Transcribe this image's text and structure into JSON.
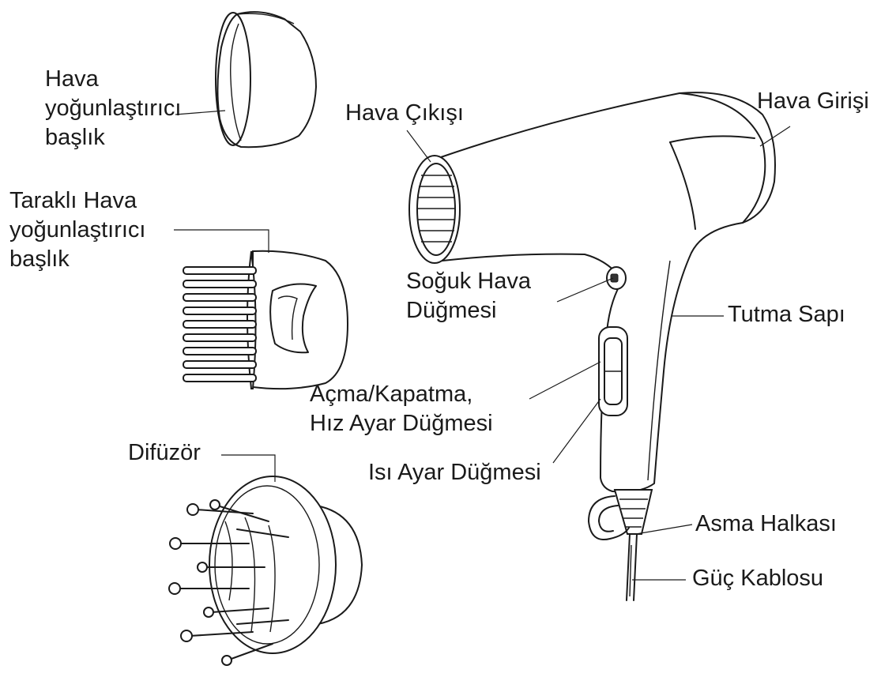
{
  "labels": {
    "concentrator": "Hava\nyoğunlaştırıcı\nbaşlık",
    "comb_concentrator": "Taraklı Hava\nyoğunlaştırıcı\nbaşlık",
    "diffuser": "Difüzör",
    "air_outlet": "Hava Çıkışı",
    "air_inlet": "Hava Girişi",
    "cool_button": "Soğuk Hava\nDüğmesi",
    "handle": "Tutma Sapı",
    "power_speed": "Açma/Kapatma,\nHız Ayar Düğmesi",
    "heat_button": "Isı Ayar Düğmesi",
    "hang_loop": "Asma Halkası",
    "power_cord": "Güç Kablosu"
  }
}
